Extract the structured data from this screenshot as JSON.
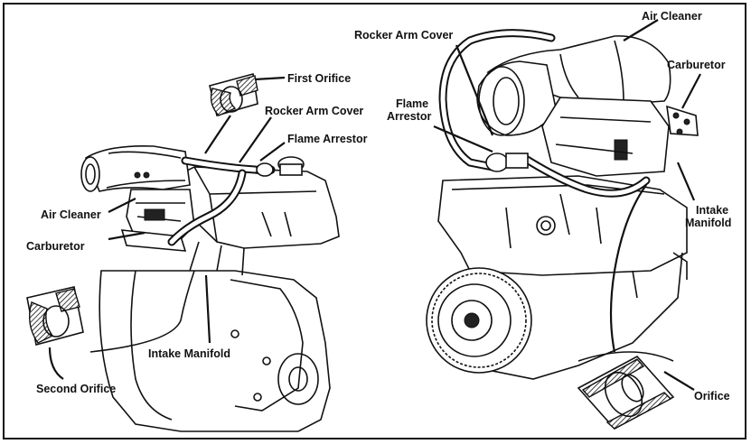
{
  "left_view": {
    "labels": {
      "first_orifice": "First Orifice",
      "rocker_arm_cover": "Rocker Arm Cover",
      "flame_arrestor": "Flame Arrestor",
      "air_cleaner": "Air Cleaner",
      "carburetor": "Carburetor",
      "intake_manifold": "Intake Manifold",
      "second_orifice": "Second Orifice"
    }
  },
  "right_view": {
    "labels": {
      "air_cleaner": "Air Cleaner",
      "rocker_arm_cover": "Rocker Arm Cover",
      "carburetor": "Carburetor",
      "flame_arrestor_line1": "Flame",
      "flame_arrestor_line2": "Arrestor",
      "intake_manifold_line1": "Intake",
      "intake_manifold_line2": "Manifold",
      "orifice": "Orifice"
    }
  }
}
